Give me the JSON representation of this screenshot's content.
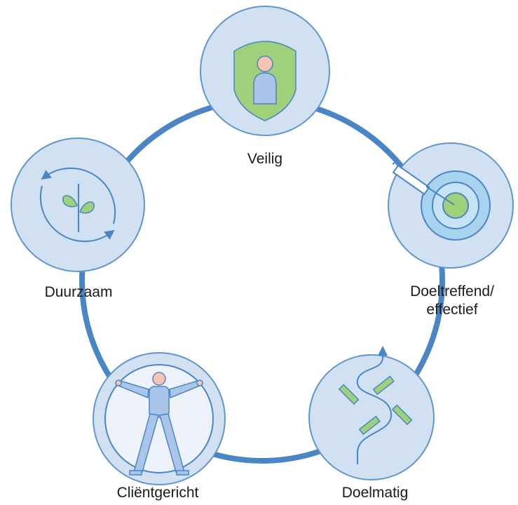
{
  "diagram": {
    "colors": {
      "ring": "#4a86c5",
      "node_fill": "#d2e1f1",
      "node_stroke": "#5f96cf",
      "icon_stroke": "#4a86c5",
      "green": "#9fd07a",
      "skin": "#f6c4b2",
      "person_blue": "#a9c6ea"
    },
    "nodes": {
      "veilig": {
        "label": "Veilig",
        "icon": "shield-person-icon"
      },
      "doeltreffend": {
        "label_line1": "Doeltreffend/",
        "label_line2": "effectief",
        "icon": "target-syringe-icon"
      },
      "doelmatig": {
        "label": "Doelmatig",
        "icon": "winding-road-icon"
      },
      "clientgericht": {
        "label": "Cliëntgericht",
        "icon": "vitruvian-person-icon"
      },
      "duurzaam": {
        "label": "Duurzaam",
        "icon": "cycle-sprout-icon"
      }
    }
  }
}
